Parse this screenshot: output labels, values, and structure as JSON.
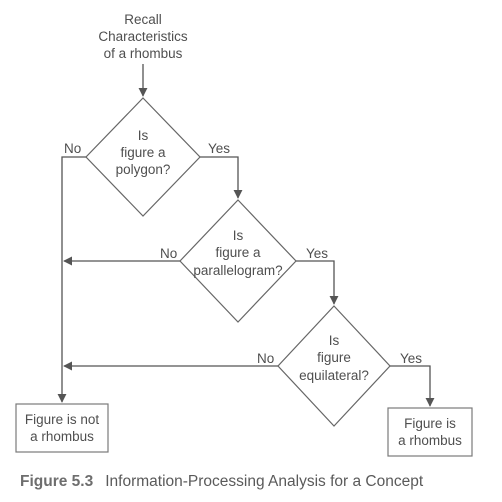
{
  "flowchart": {
    "start": {
      "lines": [
        "Recall",
        "Characteristics",
        "of a rhombus"
      ]
    },
    "decision_polygon": {
      "lines": [
        "Is",
        "figure a",
        "polygon?"
      ],
      "no_label": "No",
      "yes_label": "Yes"
    },
    "decision_parallelogram": {
      "lines": [
        "Is",
        "figure a",
        "parallelogram?"
      ],
      "no_label": "No",
      "yes_label": "Yes"
    },
    "decision_equilateral": {
      "lines": [
        "Is",
        "figure",
        "equilateral?"
      ],
      "no_label": "No",
      "yes_label": "Yes"
    },
    "result_not_rhombus": {
      "lines": [
        "Figure is not",
        "a rhombus"
      ]
    },
    "result_rhombus": {
      "lines": [
        "Figure is",
        "a rhombus"
      ]
    }
  },
  "caption": {
    "figure_number": "Figure 5.3",
    "text": "Information-Processing Analysis for a Concept"
  },
  "colors": {
    "line": "#555555",
    "text": "#4f4f4f",
    "box_border": "#7a7a7a"
  }
}
